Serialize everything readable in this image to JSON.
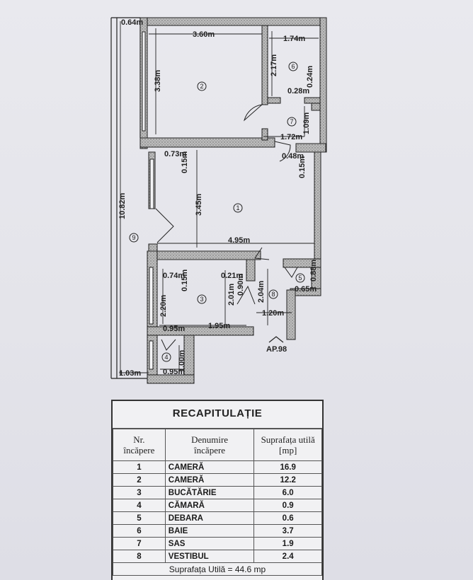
{
  "plan": {
    "apartment_label": "AP.98",
    "dimensions": {
      "d1": "0.64m",
      "d2": "3.60m",
      "d3": "1.74m",
      "d4": "3.38m",
      "d5": "2.17m",
      "d6": "0.24m",
      "d7": "0.28m",
      "d8": "1.09m",
      "d9": "1.72m",
      "d10": "0.73m",
      "d11": "0.48m",
      "d12": "0.15m",
      "d13": "0.15m",
      "d14": "10.82m",
      "d15": "3.45m",
      "d16": "4.95m",
      "d17": "0.74m",
      "d18": "0.21m",
      "d19": "0.90m",
      "d20": "0.88m",
      "d21": "0.65m",
      "d22": "0.15m",
      "d23": "2.01m",
      "d24": "2.04m",
      "d25": "2.20m",
      "d26": "1.20m",
      "d27": "0.95m",
      "d28": "1.95m",
      "d29": "1.00m",
      "d30": "1.03m",
      "d31": "0.95m"
    },
    "room_numbers": [
      "1",
      "2",
      "3",
      "4",
      "5",
      "6",
      "7",
      "8",
      "9"
    ]
  },
  "recap": {
    "title": "RECAPITULAȚIE",
    "headers": {
      "nr_line1": "Nr.",
      "nr_line2": "încăpere",
      "den_line1": "Denumire",
      "den_line2": "încăpere",
      "sup_line1": "Suprafața utilă",
      "sup_line2": "[mp]"
    },
    "rows": [
      {
        "nr": "1",
        "name": "CAMERĂ",
        "area": "16.9"
      },
      {
        "nr": "2",
        "name": "CAMERĂ",
        "area": "12.2"
      },
      {
        "nr": "3",
        "name": "BUCĂTĂRIE",
        "area": "6.0"
      },
      {
        "nr": "4",
        "name": "CĂMARĂ",
        "area": "0.9"
      },
      {
        "nr": "5",
        "name": "DEBARA",
        "area": "0.6"
      },
      {
        "nr": "6",
        "name": "BAIE",
        "area": "3.7"
      },
      {
        "nr": "7",
        "name": "SAS",
        "area": "1.9"
      },
      {
        "nr": "8",
        "name": "VESTIBUL",
        "area": "2.4"
      }
    ],
    "total": "Suprafața Utilă = 44.6 mp"
  }
}
